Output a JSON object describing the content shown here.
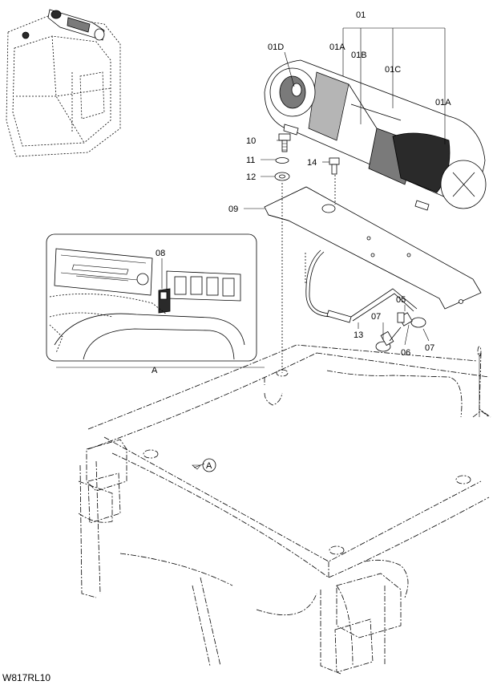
{
  "diagram": {
    "labels": {
      "p01": "01",
      "p01a_1": "01A",
      "p01b": "01B",
      "p01c": "01C",
      "p01d": "01D",
      "p01a_2": "01A",
      "p10": "10",
      "p11": "11",
      "p12": "12",
      "p14": "14",
      "p09": "09",
      "p08": "08",
      "p05": "05",
      "p07_1": "07",
      "p07_2": "07",
      "p06": "06",
      "p13": "13",
      "view_a": "A",
      "view_a_ref": "A"
    },
    "drawing_code": "W817RL10"
  }
}
